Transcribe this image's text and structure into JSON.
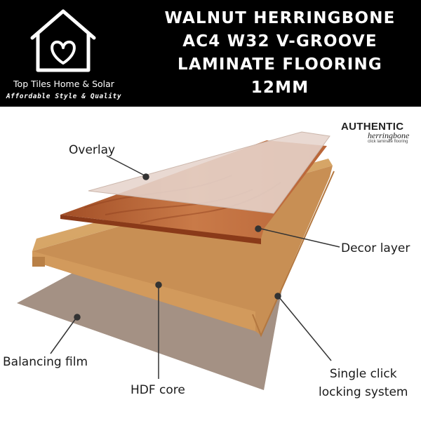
{
  "brand": {
    "name": "Top Tiles Home & Solar",
    "tagline": "Affordable Style & Quality",
    "logo_icon": "house-heart-icon"
  },
  "title": {
    "line1": "WALNUT HERRINGBONE",
    "line2": "AC4 W32 V-GROOVE",
    "line3": "LAMINATE FLOORING",
    "line4": "12MM"
  },
  "badge": {
    "title": "AUTHENTIC",
    "script": "herringbone",
    "subtitle": "click laminate flooring"
  },
  "labels": {
    "overlay": "Overlay",
    "decor_layer": "Decor layer",
    "balancing_film": "Balancing film",
    "hdf_core": "HDF core",
    "click_line1": "Single click",
    "click_line2": "locking system"
  },
  "colors": {
    "header_bg": "#000000",
    "decor": "#b9653a",
    "hdf": "#d6a56a",
    "balancing": "#a49184",
    "overlay": "#e6d4cc"
  }
}
